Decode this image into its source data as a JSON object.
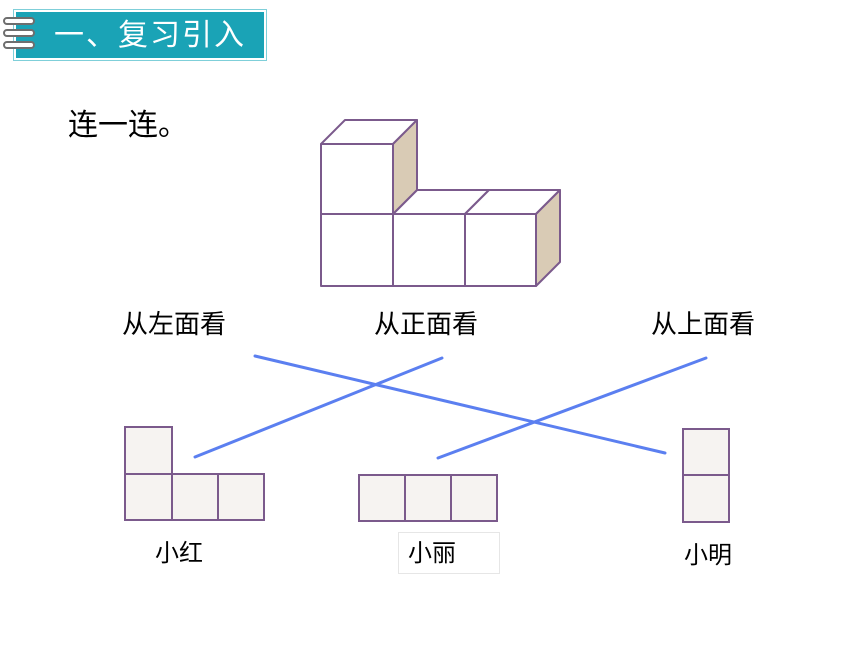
{
  "header": {
    "title": "一、复习引入",
    "accent": "#1aa3b6",
    "icon": "binder-rings-icon"
  },
  "prompt": "连一连。",
  "views": {
    "left": "从左面看",
    "front": "从正面看",
    "top": "从上面看"
  },
  "answers": {
    "xiaohong": "小红",
    "xiaoli": "小丽",
    "xiaoming": "小明"
  },
  "colors": {
    "cube_edge": "#7b5a8c",
    "cube_side": "#d9cbb5",
    "tile_fill": "#f6f3f1",
    "connector": "#5b7ff0"
  },
  "connections": [
    {
      "from": "从左面看",
      "to": "小明"
    },
    {
      "from": "从正面看",
      "to": "小红"
    },
    {
      "from": "从上面看",
      "to": "小丽"
    }
  ]
}
